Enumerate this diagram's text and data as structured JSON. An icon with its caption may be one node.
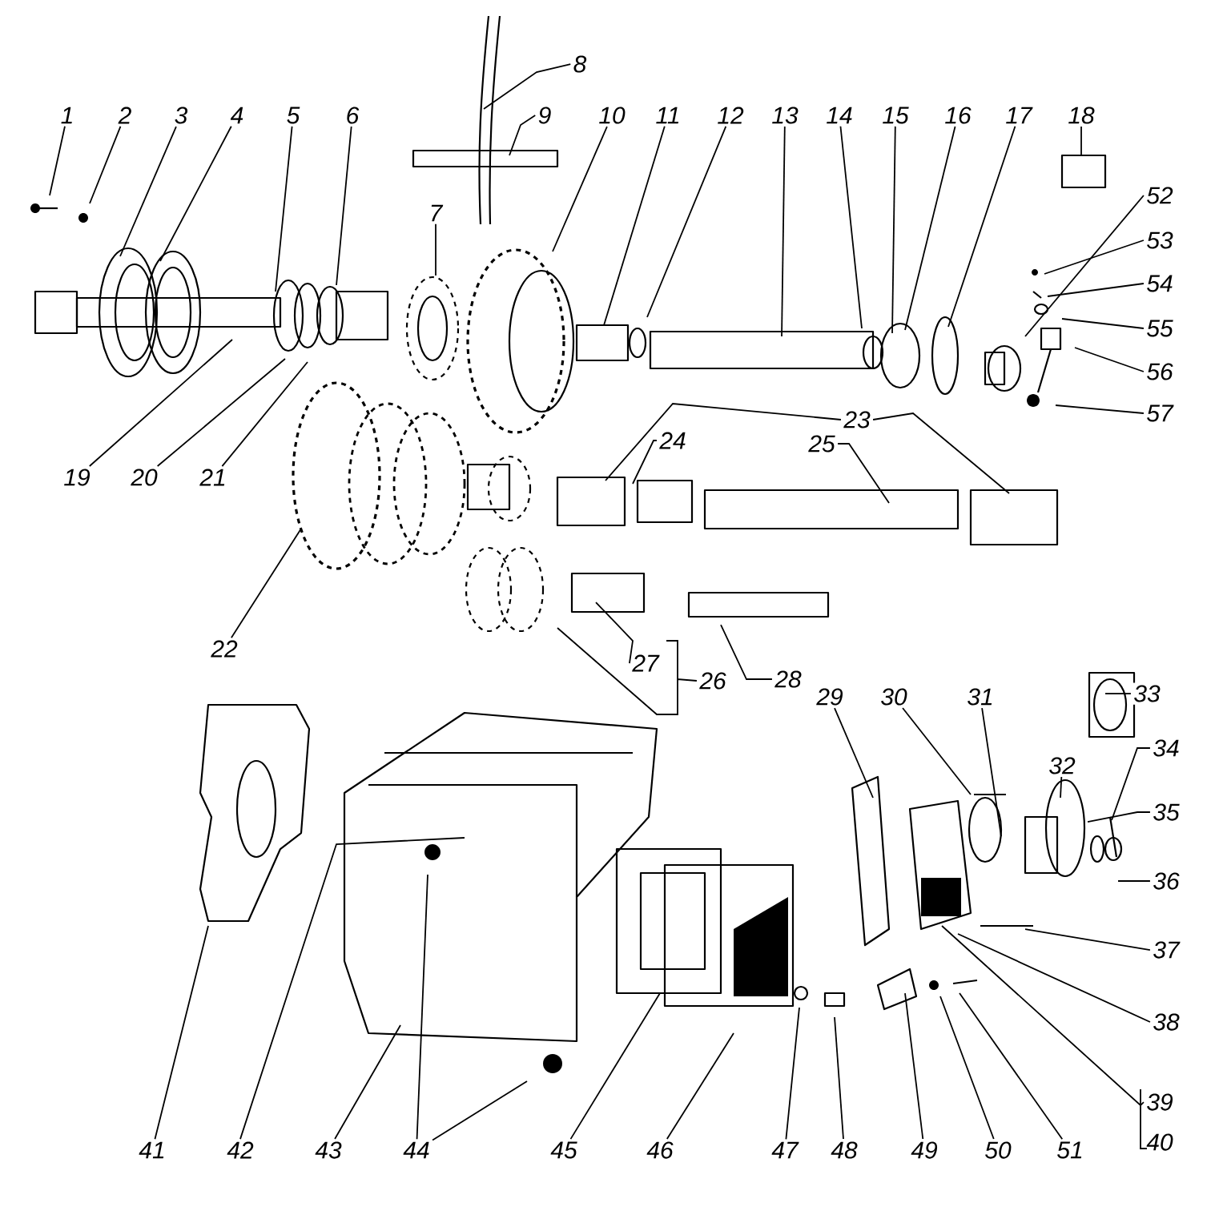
{
  "diagram": {
    "nodes": [
      {
        "text": [
          "1"
        ]
      },
      {
        "text": [
          "2"
        ]
      },
      {
        "text": [
          "3"
        ]
      },
      {
        "text": [
          "4"
        ]
      },
      {
        "text": [
          "5"
        ]
      },
      {
        "text": [
          "6"
        ]
      },
      {
        "text": [
          "7"
        ]
      },
      {
        "text": [
          "8"
        ]
      },
      {
        "text": [
          "9"
        ]
      },
      {
        "text": [
          "10"
        ]
      },
      {
        "text": [
          "11"
        ]
      },
      {
        "text": [
          "12"
        ]
      },
      {
        "text": [
          "13"
        ]
      },
      {
        "text": [
          "14"
        ]
      },
      {
        "text": [
          "15"
        ]
      },
      {
        "text": [
          "16"
        ]
      },
      {
        "text": [
          "17"
        ]
      },
      {
        "text": [
          "18"
        ]
      },
      {
        "text": [
          "19"
        ]
      },
      {
        "text": [
          "20"
        ]
      },
      {
        "text": [
          "21"
        ]
      },
      {
        "text": [
          "22"
        ]
      },
      {
        "text": [
          "23"
        ]
      },
      {
        "text": [
          "24"
        ]
      },
      {
        "text": [
          "25"
        ]
      },
      {
        "text": [
          "26"
        ]
      },
      {
        "text": [
          "27"
        ]
      },
      {
        "text": [
          "28"
        ]
      },
      {
        "text": [
          "29"
        ]
      },
      {
        "text": [
          "30"
        ]
      },
      {
        "text": [
          "31"
        ]
      },
      {
        "text": [
          "32"
        ]
      },
      {
        "text": [
          "33"
        ]
      },
      {
        "text": [
          "34"
        ]
      },
      {
        "text": [
          "35"
        ]
      },
      {
        "text": [
          "36"
        ]
      },
      {
        "text": [
          "37"
        ]
      },
      {
        "text": [
          "38"
        ]
      },
      {
        "text": [
          "39"
        ]
      },
      {
        "text": [
          "40"
        ]
      },
      {
        "text": [
          "41"
        ]
      },
      {
        "text": [
          "42"
        ]
      },
      {
        "text": [
          "43"
        ]
      },
      {
        "text": [
          "44"
        ]
      },
      {
        "text": [
          "45"
        ]
      },
      {
        "text": [
          "46"
        ]
      },
      {
        "text": [
          "47"
        ]
      },
      {
        "text": [
          "48"
        ]
      },
      {
        "text": [
          "49"
        ]
      },
      {
        "text": [
          "50"
        ]
      },
      {
        "text": [
          "51"
        ]
      },
      {
        "text": [
          "52"
        ]
      },
      {
        "text": [
          "53"
        ]
      },
      {
        "text": [
          "54"
        ]
      },
      {
        "text": [
          "55"
        ]
      },
      {
        "text": [
          "56"
        ]
      },
      {
        "text": [
          "57"
        ]
      }
    ],
    "edges": [
      {
        "from": 0,
        "to": null,
        "arrow": "none"
      },
      {
        "from": 1,
        "to": null,
        "arrow": "none"
      },
      {
        "from": 2,
        "to": null,
        "arrow": "none"
      },
      {
        "from": 3,
        "to": null,
        "arrow": "none"
      },
      {
        "from": 4,
        "to": null,
        "arrow": "none"
      },
      {
        "from": 5,
        "to": null,
        "arrow": "none"
      },
      {
        "from": 6,
        "to": null,
        "arrow": "none"
      },
      {
        "from": 7,
        "to": null,
        "arrow": "none"
      },
      {
        "from": 8,
        "to": null,
        "arrow": "none"
      },
      {
        "from": 9,
        "to": null,
        "arrow": "none"
      },
      {
        "from": 10,
        "to": null,
        "arrow": "none"
      },
      {
        "from": 11,
        "to": null,
        "arrow": "none"
      },
      {
        "from": 12,
        "to": null,
        "arrow": "none"
      },
      {
        "from": 13,
        "to": null,
        "arrow": "none"
      },
      {
        "from": 14,
        "to": null,
        "arrow": "none"
      },
      {
        "from": 15,
        "to": null,
        "arrow": "none"
      },
      {
        "from": 16,
        "to": null,
        "arrow": "none"
      },
      {
        "from": 17,
        "to": null,
        "arrow": "none"
      },
      {
        "from": 18,
        "to": null,
        "arrow": "none"
      },
      {
        "from": 19,
        "to": null,
        "arrow": "none"
      },
      {
        "from": 20,
        "to": null,
        "arrow": "none"
      },
      {
        "from": 21,
        "to": null,
        "arrow": "none"
      },
      {
        "from": 22,
        "to": null,
        "arrow": "none"
      },
      {
        "from": 22,
        "to": null,
        "arrow": "none"
      },
      {
        "from": 23,
        "to": null,
        "arrow": "none"
      },
      {
        "from": 24,
        "to": null,
        "arrow": "none"
      },
      {
        "from": 25,
        "to": null,
        "arrow": "none"
      },
      {
        "from": 26,
        "to": null,
        "arrow": "none"
      },
      {
        "from": 27,
        "to": null,
        "arrow": "none"
      },
      {
        "from": 28,
        "to": null,
        "arrow": "none"
      },
      {
        "from": 29,
        "to": null,
        "arrow": "none"
      },
      {
        "from": 30,
        "to": null,
        "arrow": "none"
      },
      {
        "from": 31,
        "to": null,
        "arrow": "none"
      },
      {
        "from": 32,
        "to": null,
        "arrow": "none"
      },
      {
        "from": 33,
        "to": null,
        "arrow": "none"
      },
      {
        "from": 34,
        "to": null,
        "arrow": "none"
      },
      {
        "from": 35,
        "to": null,
        "arrow": "none"
      },
      {
        "from": 36,
        "to": null,
        "arrow": "none"
      },
      {
        "from": 37,
        "to": null,
        "arrow": "none"
      },
      {
        "from": 38,
        "to": null,
        "arrow": "none"
      },
      {
        "from": 40,
        "to": null,
        "arrow": "none"
      },
      {
        "from": 41,
        "to": null,
        "arrow": "none"
      },
      {
        "from": 42,
        "to": null,
        "arrow": "none"
      },
      {
        "from": 43,
        "to": null,
        "arrow": "none"
      },
      {
        "from": 43,
        "to": null,
        "arrow": "none"
      },
      {
        "from": 44,
        "to": null,
        "arrow": "none"
      },
      {
        "from": 45,
        "to": null,
        "arrow": "none"
      },
      {
        "from": 46,
        "to": null,
        "arrow": "none"
      },
      {
        "from": 47,
        "to": null,
        "arrow": "none"
      },
      {
        "from": 48,
        "to": null,
        "arrow": "none"
      },
      {
        "from": 49,
        "to": null,
        "arrow": "none"
      },
      {
        "from": 50,
        "to": null,
        "arrow": "none"
      },
      {
        "from": 51,
        "to": null,
        "arrow": "none"
      },
      {
        "from": 52,
        "to": null,
        "arrow": "none"
      },
      {
        "from": 53,
        "to": null,
        "arrow": "none"
      },
      {
        "from": 54,
        "to": null,
        "arrow": "none"
      },
      {
        "from": 55,
        "to": null,
        "arrow": "none"
      },
      {
        "from": 56,
        "to": null,
        "arrow": "none"
      }
    ]
  }
}
